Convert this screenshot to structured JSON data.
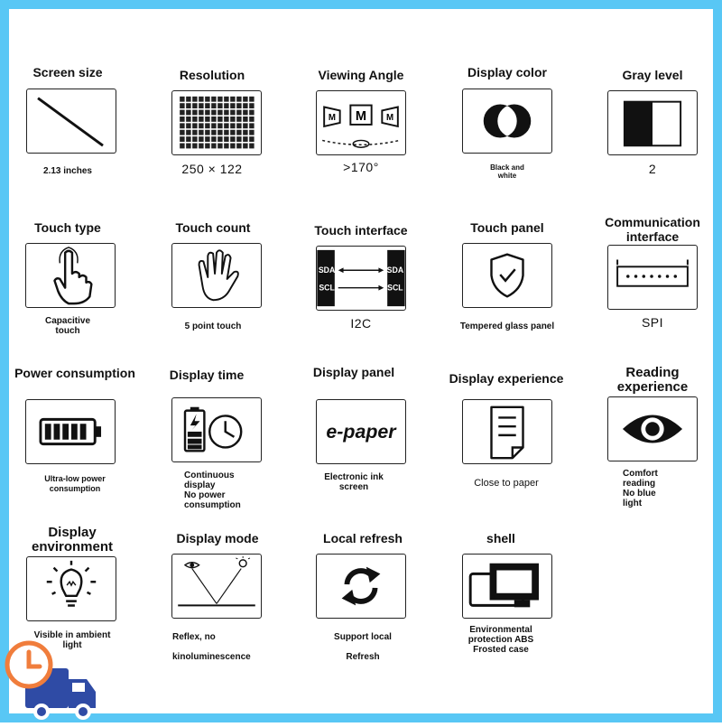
{
  "spec_items": [
    {
      "title": "Screen size",
      "caption": "2.13 inches",
      "icon": "diagonal-line-icon"
    },
    {
      "title": "Resolution",
      "caption": "250 × 122",
      "icon": "pixel-grid-icon"
    },
    {
      "title": "Viewing Angle",
      "caption": ">170°",
      "icon": "viewing-angle-icon"
    },
    {
      "title": "Display color",
      "caption": "Black and\nwhite",
      "icon": "color-circles-icon"
    },
    {
      "title": "Gray level",
      "caption": "2",
      "icon": "gray-level-icon"
    },
    {
      "title": "Touch type",
      "caption": "Capacitive\ntouch",
      "icon": "finger-touch-icon"
    },
    {
      "title": "Touch count",
      "caption": "5 point touch",
      "icon": "hand-icon"
    },
    {
      "title": "Touch interface",
      "caption": "I2C",
      "icon": "i2c-interface-icon",
      "labels": [
        "SDA",
        "SCL",
        "SDA",
        "SCL"
      ]
    },
    {
      "title": "Touch panel",
      "caption": "Tempered glass panel",
      "icon": "shield-check-icon"
    },
    {
      "title": "Communication\ninterface",
      "caption": "SPI",
      "icon": "connector-pins-icon"
    },
    {
      "title": "Power consumption",
      "caption": "Ultra-low power\nconsumption",
      "icon": "battery-icon"
    },
    {
      "title": "Display time",
      "caption": "Continuous\ndisplay\nNo power\nconsumption",
      "icon": "battery-clock-icon"
    },
    {
      "title": "Display panel",
      "caption": "Electronic ink\nscreen",
      "icon": "e-paper-text-icon",
      "panel_text": "e-paper"
    },
    {
      "title": "Display experience",
      "caption": "Close to paper",
      "icon": "document-icon"
    },
    {
      "title": "Reading\nexperience",
      "caption": "Comfort\nreading\nNo blue\nlight",
      "icon": "eye-icon"
    },
    {
      "title": "Display\nenvironment",
      "caption": "Visible in ambient\nlight",
      "icon": "light-bulb-icon"
    },
    {
      "title": "Display mode",
      "caption": "Reflex, no\n\nkinoluminescence",
      "icon": "reflection-icon"
    },
    {
      "title": "Local refresh",
      "caption": "Support local\n\nRefresh",
      "icon": "refresh-arrows-icon"
    },
    {
      "title": "shell",
      "caption": "Environmental\nprotection ABS\nFrosted case",
      "icon": "board-case-icon"
    }
  ],
  "colors": {
    "frame": "#58c7f5",
    "badge_truck": "#2f4ba5",
    "badge_clock": "#f07d3c"
  },
  "badge": {
    "icon": "delivery-truck-clock-icon"
  }
}
